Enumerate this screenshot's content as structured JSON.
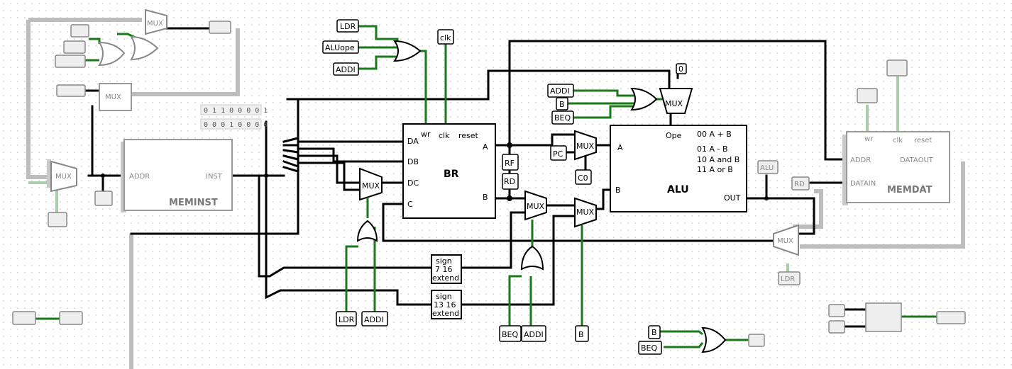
{
  "components": {
    "br": {
      "title": "BR",
      "ports": {
        "wr": "wr",
        "clk": "clk",
        "reset": "reset",
        "da": "DA",
        "db": "DB",
        "dc": "DC",
        "c": "C",
        "a": "A",
        "b": "B"
      }
    },
    "alu": {
      "title": "ALU",
      "ope": "Ope",
      "a": "A",
      "b": "B",
      "out": "OUT",
      "ops": [
        "00 A + B",
        "01 A - B",
        "10 A and B",
        "11 A or B"
      ]
    },
    "meminst": {
      "title": "MEMINST",
      "addr": "ADDR",
      "inst": "INST"
    },
    "memdat": {
      "title": "MEMDAT",
      "wr": "wr",
      "clk": "clk",
      "reset": "reset",
      "addr": "ADDR",
      "datain": "DATAIN",
      "dataout": "DATAOUT"
    },
    "sign7": {
      "lines": [
        "sign",
        "7 16",
        "extend"
      ]
    },
    "sign13": {
      "lines": [
        "sign",
        "13 16",
        "extend"
      ]
    },
    "mux_label": "MUX",
    "regs": {
      "rf": "RF",
      "rd": "RD",
      "pc": "PC",
      "c0": "C0"
    }
  },
  "pins": {
    "top": [
      "LDR",
      "ALUope",
      "ADDI"
    ],
    "clk": "clk",
    "alu_sel": [
      "ADDI",
      "B",
      "BEQ"
    ],
    "bottom": [
      "LDR",
      "ADDI",
      "BEQ",
      "ADDI",
      "B"
    ],
    "or_inputs": [
      "B",
      "BEQ"
    ],
    "ldr_right": "LDR",
    "zero": "0",
    "alu_out": "ALU",
    "rd_dat": "RD"
  },
  "constants": {
    "c1": "0 1 1 0 0 0 0 1",
    "c2": "0 0 0 1 0 0 0 0"
  }
}
